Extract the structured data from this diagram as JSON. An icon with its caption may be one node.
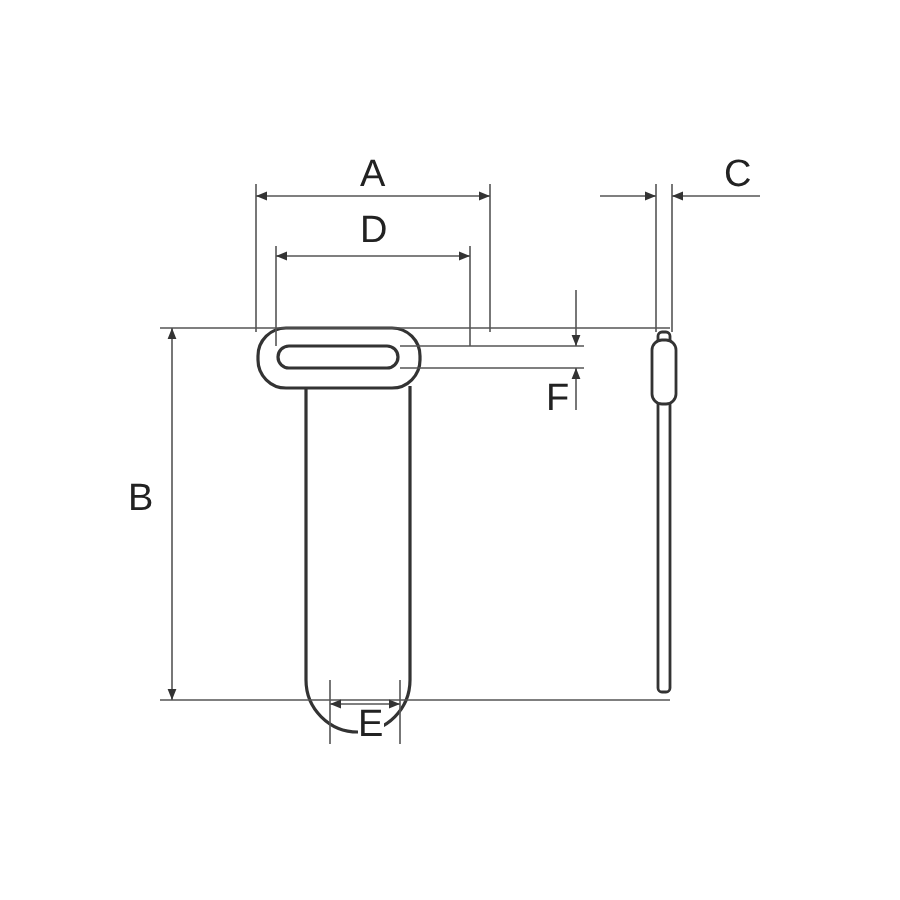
{
  "diagram": {
    "labels": [
      "A",
      "C",
      "D",
      "F",
      "B",
      "E"
    ]
  }
}
